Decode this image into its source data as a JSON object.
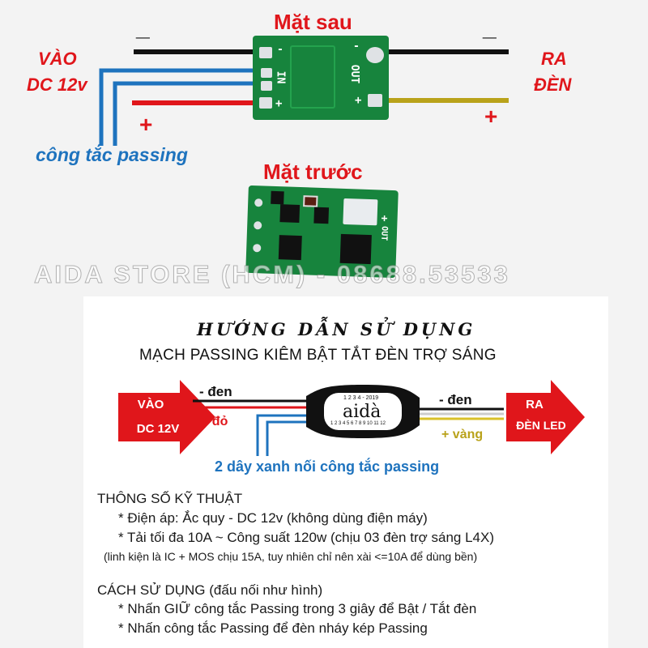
{
  "back": {
    "title": "Mặt sau",
    "in_label_1": "VÀO",
    "in_label_2": "DC 12v",
    "out_label_1": "RA",
    "out_label_2": "ĐÈN",
    "minus_left": "_",
    "minus_right": "_",
    "plus_left": "+",
    "plus_right": "+",
    "switch_label": "công tắc passing",
    "pcb_in": "IN",
    "pcb_out": "OUT",
    "pcb_minus": "-",
    "pcb_plus": "+"
  },
  "front": {
    "title": "Mặt trước",
    "pcb_plus": "+",
    "pcb_out": "OUT"
  },
  "watermark": "AIDA STORE (HCM) - 08688.53533",
  "guide": {
    "title": "HƯỚNG DẪN SỬ DỤNG",
    "subtitle": "MẠCH PASSING KIÊM BẬT TẮT ĐÈN TRỢ SÁNG",
    "in_arrow_1": "VÀO",
    "in_arrow_2": "DC 12V",
    "out_arrow_1": "RA",
    "out_arrow_2": "ĐÈN LED",
    "wire_black_left": "- đen",
    "wire_red": "+ đỏ",
    "wire_black_right": "- đen",
    "wire_yellow": "+ vàng",
    "wire_blue": "2 dây xanh nối công tắc passing",
    "module_brand": "aidà",
    "module_top_digits": "1 2 3 4 - 2019",
    "module_bottom_digits": "1 2 3 4 5 6 7 8 9 10 11 12"
  },
  "specs": {
    "heading": "THÔNG SỐ KỸ THUẬT",
    "line1": "* Điện áp: Ắc quy - DC 12v (không dùng điện máy)",
    "line2": "* Tải tối đa 10A ~ Công suất 120w (chịu 03 đèn trợ sáng L4X)",
    "line3": "(linh kiện là IC + MOS chịu 15A, tuy nhiên chỉ nên xài <=10A để dùng bền)"
  },
  "usage": {
    "heading": "CÁCH SỬ DỤNG (đấu nối như hình)",
    "line1": "* Nhấn GIỮ công tắc Passing trong 3 giây để Bật / Tắt đèn",
    "line2": "* Nhấn công tắc Passing để đèn nháy kép Passing"
  },
  "colors": {
    "red": "#e0161b",
    "blue": "#1e73be",
    "yellow": "#b9a21a",
    "pcb_green": "#17843d"
  }
}
